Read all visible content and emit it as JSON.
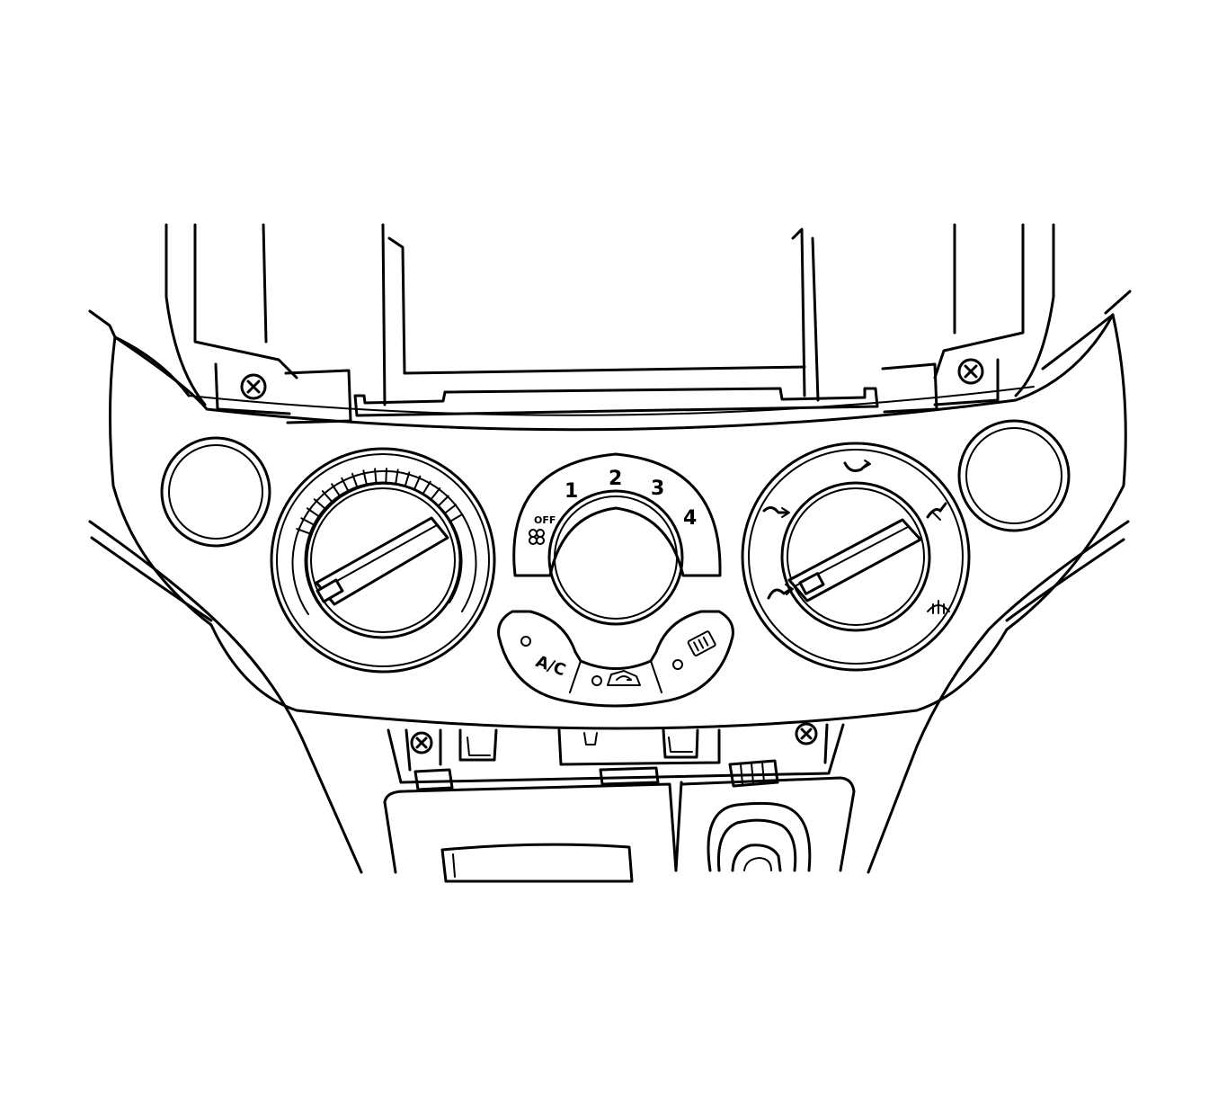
{
  "fan_speed_labels": [
    {
      "id": "off",
      "text": "OFF"
    },
    {
      "id": "1",
      "text": "1"
    },
    {
      "id": "2",
      "text": "2"
    },
    {
      "id": "3",
      "text": "3"
    },
    {
      "id": "4",
      "text": "4"
    }
  ],
  "buttons": {
    "ac": "A/C"
  },
  "icons": {
    "fan": "fan-icon",
    "recirculation": "recirculation-icon",
    "rear_defrost": "rear-defrost-icon",
    "face_vent": "face-vent-icon",
    "face_floor_vent": "face-floor-vent-icon",
    "floor_vent": "floor-vent-icon",
    "floor_defrost_vent": "floor-defrost-vent-icon",
    "windshield_defrost": "windshield-defrost-icon",
    "screw": "screw-icon"
  },
  "colors": {
    "line": "#000000",
    "background": "#ffffff"
  }
}
